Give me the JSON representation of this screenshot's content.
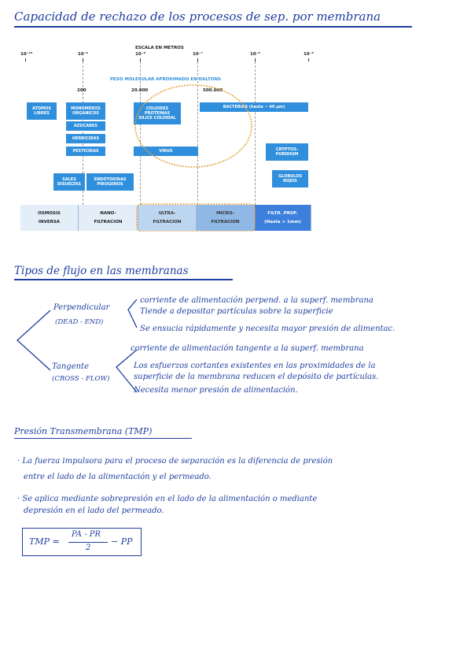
{
  "title": "Capacidad de rechazo de los procesos de sep. por membrana",
  "chart_data": {
    "type": "table",
    "scale_title": "ESCALA EN METROS",
    "ticks": [
      "10⁻¹⁰",
      "10⁻⁹",
      "10⁻⁸",
      "10⁻⁷",
      "10⁻⁶",
      "10⁻⁵"
    ],
    "mw_title": "PESO MOLECULAR APROXIMADO EN DALTONS",
    "mw_values": [
      "200",
      "20.000",
      "500.000"
    ],
    "species": {
      "atomos": "ATOMOS\nLIBRES",
      "monomeros": "MONOMEROS\nORGANICOS",
      "azucares": "AZUCARES",
      "herbicidas": "HERBICIDAS",
      "pesticidas": "PESTICIDAS",
      "coloides": "COLOIDES\nPROTEINAS\nSILICE COLOIDAL",
      "virus": "VIRUS",
      "bacterias": "BACTERIAS (hasta ~ 40 μm)",
      "cryptos": "CRYPTOS-\nPORIDIUM",
      "sales": "SALES\nDISUELTAS",
      "endotoxinas": "ENDOTOXINAS\nPIROGENOS",
      "globulos": "GLOBULOS\nROJOS"
    },
    "processes": [
      "OSMOSIS\nINVERSA",
      "NANO-\nFILTRACION",
      "ULTRA-\nFILTRACION",
      "MICRO-\nFILTRACION",
      "FILTR. PROF.\n(Hasta > 1mm)"
    ]
  },
  "flujo": {
    "title": "Tipos de flujo en las membranas",
    "perp_label": "Perpendicular",
    "perp_sub": "(DEAD - END)",
    "perp_lines": [
      "corriente de alimentación perpend. a la superf. membrana",
      "Tiende a depositar partículas sobre la superficie",
      "Se ensucia rápidamente y necesita mayor presión de alimentac."
    ],
    "tang_label": "Tangente",
    "tang_sub": "(CROSS - FLOW)",
    "tang_lines": [
      "corriente de alimentación tangente a la superf. membrana",
      "Los esfuerzos cortantes existentes en las proximidades de la",
      "superficie de la membrana reducen el depósito de partículas.",
      "Necesita menor presión de alimentación."
    ]
  },
  "tmp": {
    "title": "Presión Transmembrana (TMP)",
    "p1a": "· La fuerza impulsora para el proceso de separación es la diferencia de presión",
    "p1b": "entre el lado de la alimentación y el permeado.",
    "p2a": "· Se aplica mediante sobrepresión en el lado de la alimentación o mediante",
    "p2b": "depresión en el lado del permeado.",
    "f_lhs": "TMP =",
    "f_num": "PA - PR",
    "f_den": "2",
    "f_rhs": "− PP"
  }
}
